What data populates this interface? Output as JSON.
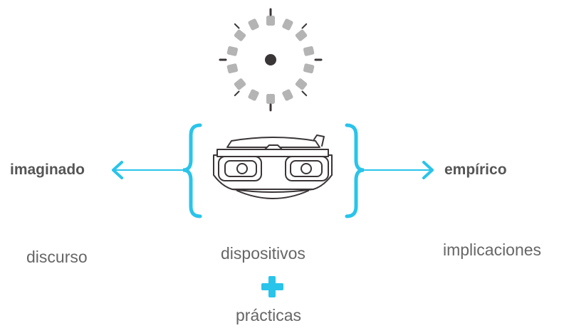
{
  "colors": {
    "accent": "#29c4ea",
    "dial_segment": "#b4b4b4",
    "dial_center": "#3a3536",
    "tick": "#3a3536",
    "text": "#5a5a5a",
    "outline": "#3a3536"
  },
  "icons": {
    "reel": "viewmaster-reel-icon",
    "viewer": "viewmaster-viewer-icon",
    "plus": "plus-icon"
  },
  "labels": {
    "left": "imaginado",
    "right": "empírico",
    "discurso": "discurso",
    "dispositivos": "dispositivos",
    "practicas": "prácticas",
    "implicaciones": "implicaciones"
  }
}
